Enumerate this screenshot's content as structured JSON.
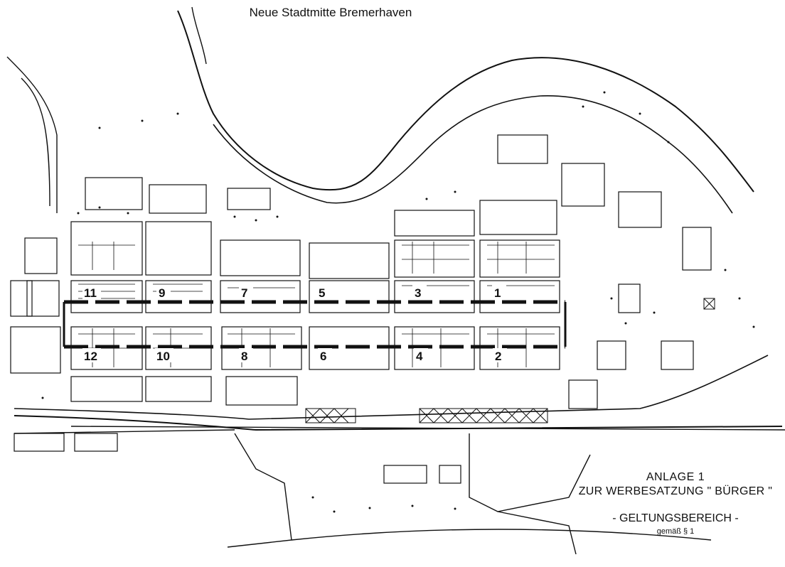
{
  "title": "Neue Stadtmitte Bremerhaven",
  "legend": {
    "line1": "ANLAGE 1",
    "line2": "ZUR  WERBESATZUNG \" BÜRGER \"",
    "line3": "- GELTUNGSBEREICH -",
    "line4": "gemäß § 1"
  },
  "zones": [
    "1",
    "2",
    "3",
    "4",
    "5",
    "6",
    "7",
    "8",
    "9",
    "10",
    "11",
    "12"
  ],
  "colors": {
    "ink": "#111111",
    "paper": "#ffffff"
  }
}
